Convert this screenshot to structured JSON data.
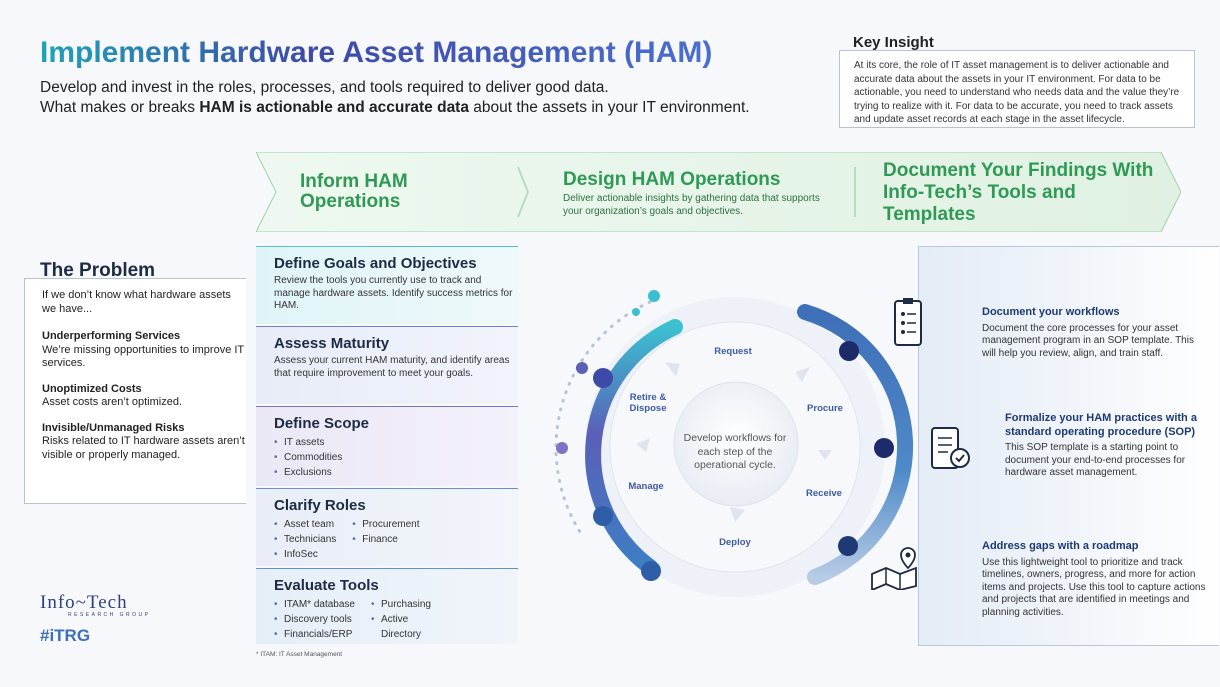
{
  "title": "Implement Hardware Asset Management (HAM)",
  "subtitle": {
    "line1": "Develop and invest in the roles, processes, and tools required to deliver good data.",
    "line2_pre": "What makes or breaks ",
    "line2_bold": "HAM is actionable and accurate data",
    "line2_post": " about the assets in your IT environment."
  },
  "key_insight": {
    "heading": "Key Insight",
    "text": "At its core, the role of IT asset management is to deliver actionable and accurate data about the assets in your IT environment. For data to be actionable, you need to understand who needs data and the value they’re trying to realize with it. For data to be accurate, you need to track assets and update asset records at each stage in the asset lifecycle."
  },
  "banner": {
    "inform": "Inform HAM Operations",
    "design": "Design HAM Operations",
    "design_desc": "Deliver actionable insights by gathering data that supports your organization’s goals and objectives.",
    "document": "Document Your Findings With Info-Tech’s Tools and Templates",
    "colors": {
      "fill": "#e6f4e7",
      "text": "#2f9a55"
    }
  },
  "problem": {
    "heading": "The Problem",
    "intro": "If we don’t know what hardware assets we have...",
    "items": [
      {
        "heading": "Underperforming Services",
        "text": "We’re missing opportunities to improve IT services."
      },
      {
        "heading": "Unoptimized Costs",
        "text": "Asset costs aren’t optimized."
      },
      {
        "heading": "Invisible/Unmanaged Risks",
        "text": "Risks related to IT hardware assets aren’t visible or properly managed."
      }
    ]
  },
  "steps": [
    {
      "heading": "Define Goals and Objectives",
      "desc": "Review the tools you currently use to track and manage hardware assets. Identify success metrics for HAM."
    },
    {
      "heading": "Assess Maturity",
      "desc": "Assess your current HAM maturity, and identify areas that require improvement to meet your goals."
    },
    {
      "heading": "Define Scope",
      "items": [
        "IT assets",
        "Commodities",
        "Exclusions"
      ]
    },
    {
      "heading": "Clarify Roles",
      "col1": [
        "Asset team",
        "Technicians",
        "InfoSec"
      ],
      "col2": [
        "Procurement",
        "Finance"
      ]
    },
    {
      "heading": "Evaluate Tools",
      "col1": [
        "ITAM* database",
        "Discovery tools",
        "Financials/ERP"
      ],
      "col2": [
        "Purchasing",
        "Active Directory"
      ]
    }
  ],
  "footnote": "* ITAM: IT Asset Management",
  "cycle": {
    "center": "Develop workflows for each step of the operational cycle.",
    "stages": [
      "Request",
      "Procure",
      "Receive",
      "Deploy",
      "Manage",
      "Retire & Dispose"
    ]
  },
  "right": [
    {
      "heading": "Document your workflows",
      "text": "Document the core processes for your asset management program in an SOP template. This will help you review, align, and train staff.",
      "icon": "clipboard-icon"
    },
    {
      "heading": "Formalize your HAM practices with a standard operating procedure (SOP)",
      "text": "This SOP template is a starting point to document your end-to-end processes for hardware asset management.",
      "icon": "checklist-icon"
    },
    {
      "heading": "Address gaps with a roadmap",
      "text": "Use this lightweight tool to prioritize and track timelines, owners, progress, and more for action items and projects. Use this tool to capture actions and projects that are identified in meetings and planning activities.",
      "icon": "map-pin-icon"
    }
  ],
  "logo": {
    "name": "Info~Tech",
    "sub": "RESEARCH GROUP",
    "itrg": "#iTRG"
  }
}
